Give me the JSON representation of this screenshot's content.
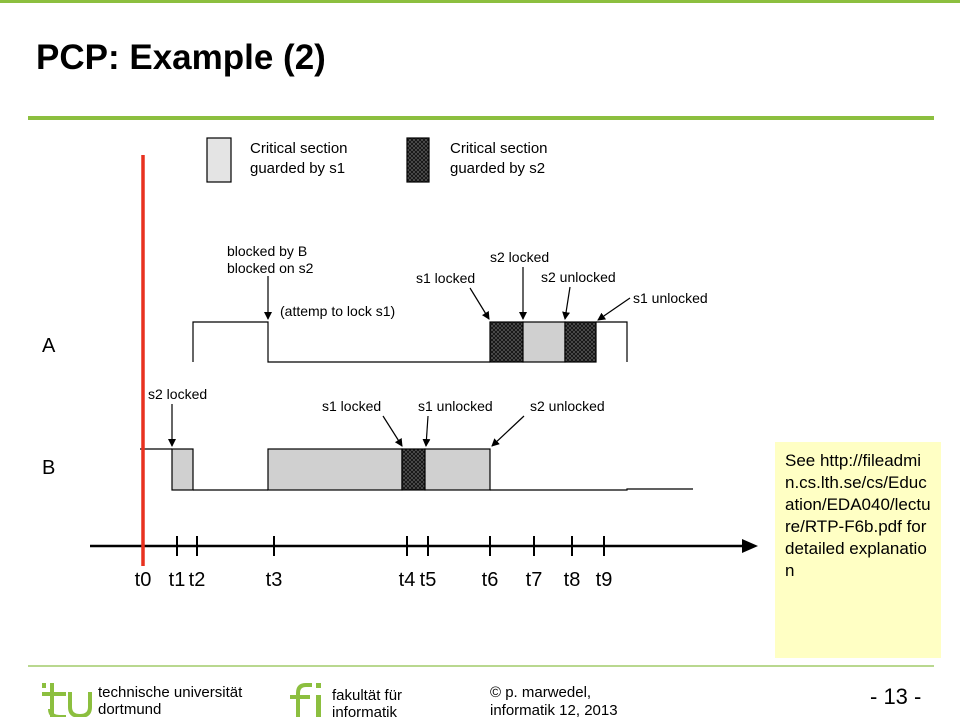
{
  "slide": {
    "title": "PCP: Example (2)"
  },
  "legend": {
    "s1_line1": "Critical section",
    "s1_line2": "guarded by s1",
    "s2_line1": "Critical section",
    "s2_line2": "guarded by s2"
  },
  "diagram": {
    "task_a": "A",
    "task_b": "B",
    "a_blocked_by": "blocked by B",
    "a_blocked_on": "blocked on s2",
    "a_attempt": "(attemp to lock s1)",
    "a_s1_locked": "s1 locked",
    "a_s2_locked": "s2 locked",
    "a_s2_unlocked": "s2 unlocked",
    "a_s1_unlocked": "s1 unlocked",
    "b_s2_locked": "s2 locked",
    "b_s1_locked": "s1 locked",
    "b_s1_unlocked": "s1 unlocked",
    "b_s2_unlocked": "s2 unlocked",
    "ticks": [
      "t0",
      "t1",
      "t2",
      "t3",
      "t4",
      "t5",
      "t6",
      "t7",
      "t8",
      "t9"
    ]
  },
  "note": {
    "text": "See http://fileadmin.cs.lth.se/cs/Education/EDA040/lecture/RTP-F6b.pdf for detailed explanation"
  },
  "footer": {
    "university_line1": "technische universität",
    "university_line2": "dortmund",
    "faculty_line1": "fakultät für",
    "faculty_line2": "informatik",
    "copyright_line1": "© p. marwedel,",
    "copyright_line2": "informatik 12,  2013",
    "page_number": "- 13 -"
  },
  "colors": {
    "accent_green": "#8cbf3f",
    "highlight_red": "#e8311f",
    "s1_fill": "#d0d0d0",
    "note_background": "#ffffc4"
  }
}
